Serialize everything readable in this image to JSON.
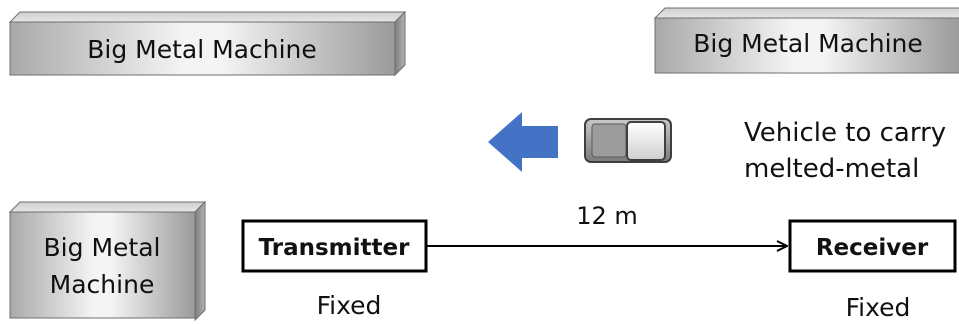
{
  "machines": [
    {
      "label_lines": [
        "Big Metal Machine"
      ]
    },
    {
      "label_lines": [
        "Big Metal Machine"
      ]
    },
    {
      "label_lines": [
        "Big Metal",
        "Machine"
      ]
    }
  ],
  "vehicle": {
    "label_lines": [
      "Vehicle to carry",
      "melted-metal"
    ]
  },
  "transmitter": {
    "label": "Transmitter",
    "status": "Fixed"
  },
  "receiver": {
    "label": "Receiver",
    "status": "Fixed"
  },
  "link": {
    "distance": "12 m"
  },
  "colors": {
    "arrow": "#4472C4",
    "box_border": "#000000",
    "machine_light": "#f2f2f2",
    "machine_dark": "#8e8e8e",
    "text": "#111111"
  }
}
